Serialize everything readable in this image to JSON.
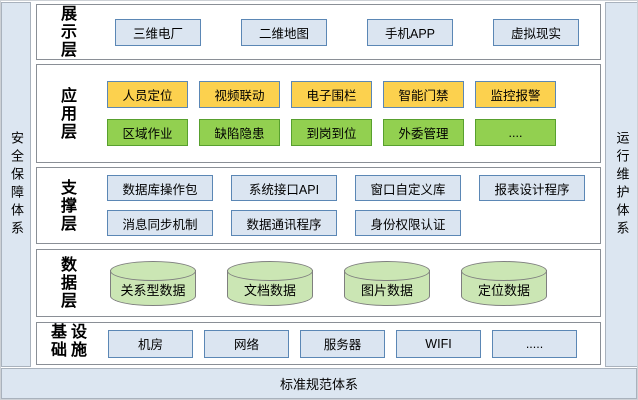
{
  "frame": {
    "left_bar": "安全保障体系",
    "right_bar": "运行维护体系",
    "bottom_bar": "标准规范体系"
  },
  "layers": [
    {
      "label": "展示层",
      "rows": [
        [
          "三维电厂",
          "二维地图",
          "手机APP",
          "虚拟现实"
        ]
      ]
    },
    {
      "label": "应用层",
      "rows": [
        [
          "人员定位",
          "视频联动",
          "电子围栏",
          "智能门禁",
          "监控报警"
        ],
        [
          "区域作业",
          "缺陷隐患",
          "到岗到位",
          "外委管理",
          "...."
        ]
      ]
    },
    {
      "label": "支撑层",
      "rows": [
        [
          "数据库操作包",
          "系统接口API",
          "窗口自定义库",
          "报表设计程序"
        ],
        [
          "消息同步机制",
          "数据通讯程序",
          "身份权限认证"
        ]
      ]
    },
    {
      "label": "数据层",
      "rows": [
        [
          "关系型数据",
          "文档数据",
          "图片数据",
          "定位数据"
        ]
      ]
    },
    {
      "label": "基础设施",
      "rows": [
        [
          "机房",
          "网络",
          "服务器",
          "WIFI",
          "....."
        ]
      ]
    }
  ],
  "colors": {
    "strip_fill": "#dce6f1",
    "blue_box_fill": "#dbe5f1",
    "blue_box_border": "#5b87b5",
    "yellow_box_fill": "#fcd14e",
    "green_box_fill": "#92d050",
    "green_box_border": "#58a02e",
    "cylinder_fill": "#cbe6b4",
    "layer_border": "#8a8f96"
  }
}
